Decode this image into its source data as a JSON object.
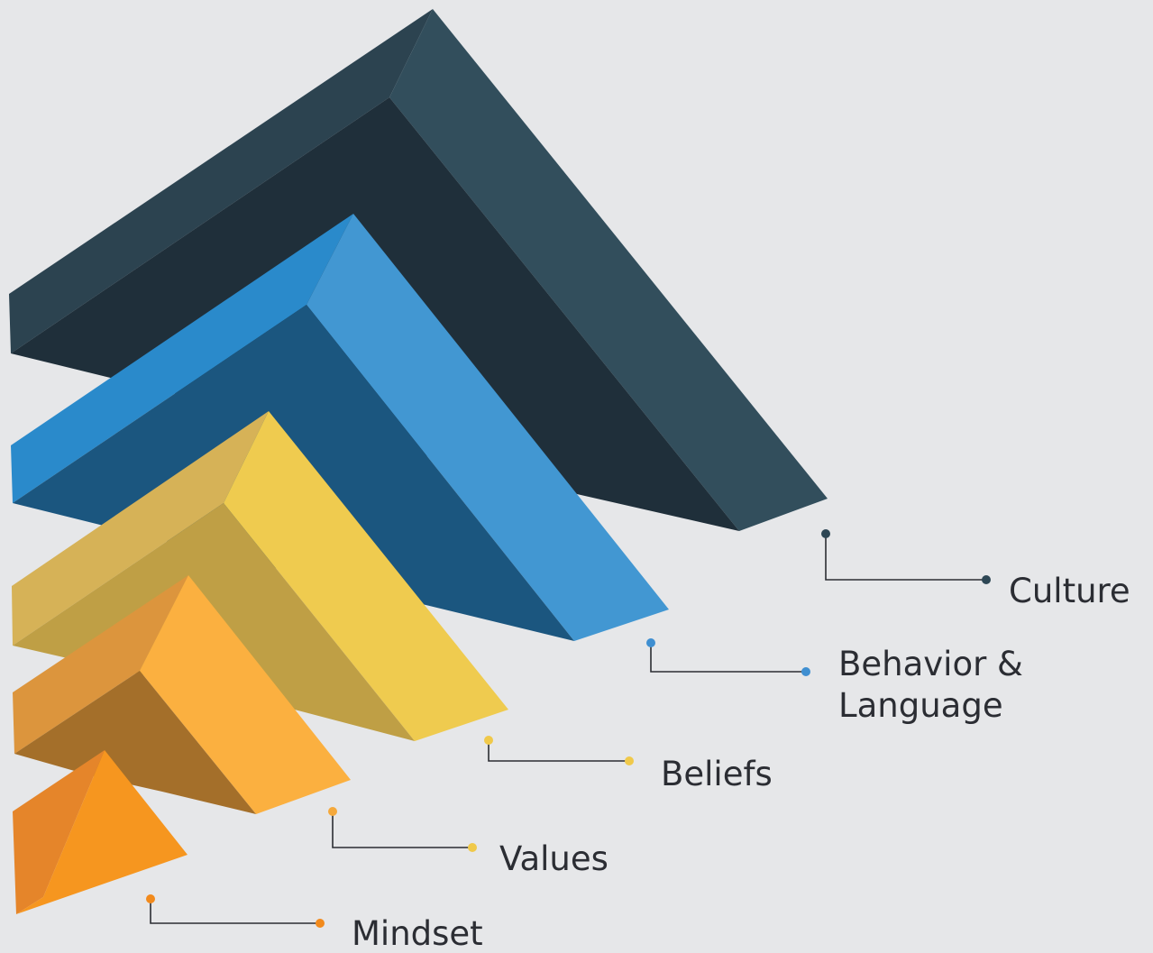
{
  "layers": [
    {
      "key": "culture",
      "label_lines": [
        "Culture"
      ],
      "colors": {
        "top": "#2c4350",
        "right": "#324e5c",
        "front": "#1f2f3a",
        "dot": "#2e4755"
      }
    },
    {
      "key": "behavior",
      "label_lines": [
        "Behavior &",
        "Language"
      ],
      "colors": {
        "top": "#2a8acb",
        "right": "#4297d2",
        "front": "#1b567f",
        "dot": "#3f8fd1"
      }
    },
    {
      "key": "beliefs",
      "label_lines": [
        "Beliefs"
      ],
      "colors": {
        "top": "#d6b257",
        "right": "#efcb4f",
        "front": "#bf9f45",
        "dot": "#f0c94a"
      }
    },
    {
      "key": "values",
      "label_lines": [
        "Values"
      ],
      "colors": {
        "top": "#dc953d",
        "right": "#fbb040",
        "front": "#a46f2a",
        "dot": "#f5a93c"
      }
    },
    {
      "key": "mindset",
      "label_lines": [
        "Mindset"
      ],
      "colors": {
        "top": "#e5852a",
        "right": "#f6961f",
        "front": "#e07f22",
        "dot": "#f28a1c"
      }
    }
  ],
  "connector_color": "#2b2d33",
  "label_color": "#2b2d33",
  "background": "#e6e7e9"
}
